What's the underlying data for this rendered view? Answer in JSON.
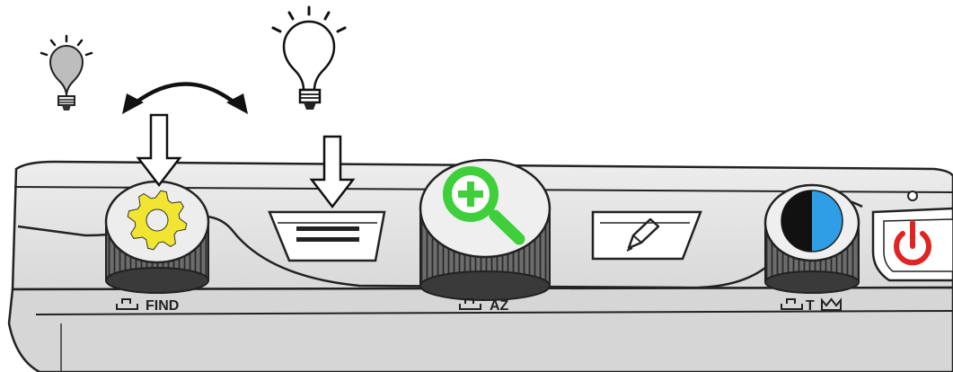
{
  "labels": {
    "find": "FIND",
    "az": "AZ",
    "t": "T"
  },
  "icons": {
    "settings_knob": "gear-icon",
    "zoom_knob": "zoom-in-icon",
    "contrast_knob": "contrast-icon",
    "menu_button": "menu-lines-icon",
    "edit_button": "pencil-icon",
    "power_button": "power-icon",
    "dim_bulb": "lightbulb-off-icon",
    "bright_bulb": "lightbulb-on-icon"
  },
  "colors": {
    "gear": "#f2e531",
    "zoom": "#3ecf3b",
    "contrast": "#2f9ee6",
    "power": "#e02323",
    "body": "#e6e6e6",
    "dim_bulb": "#bdbdbd"
  }
}
